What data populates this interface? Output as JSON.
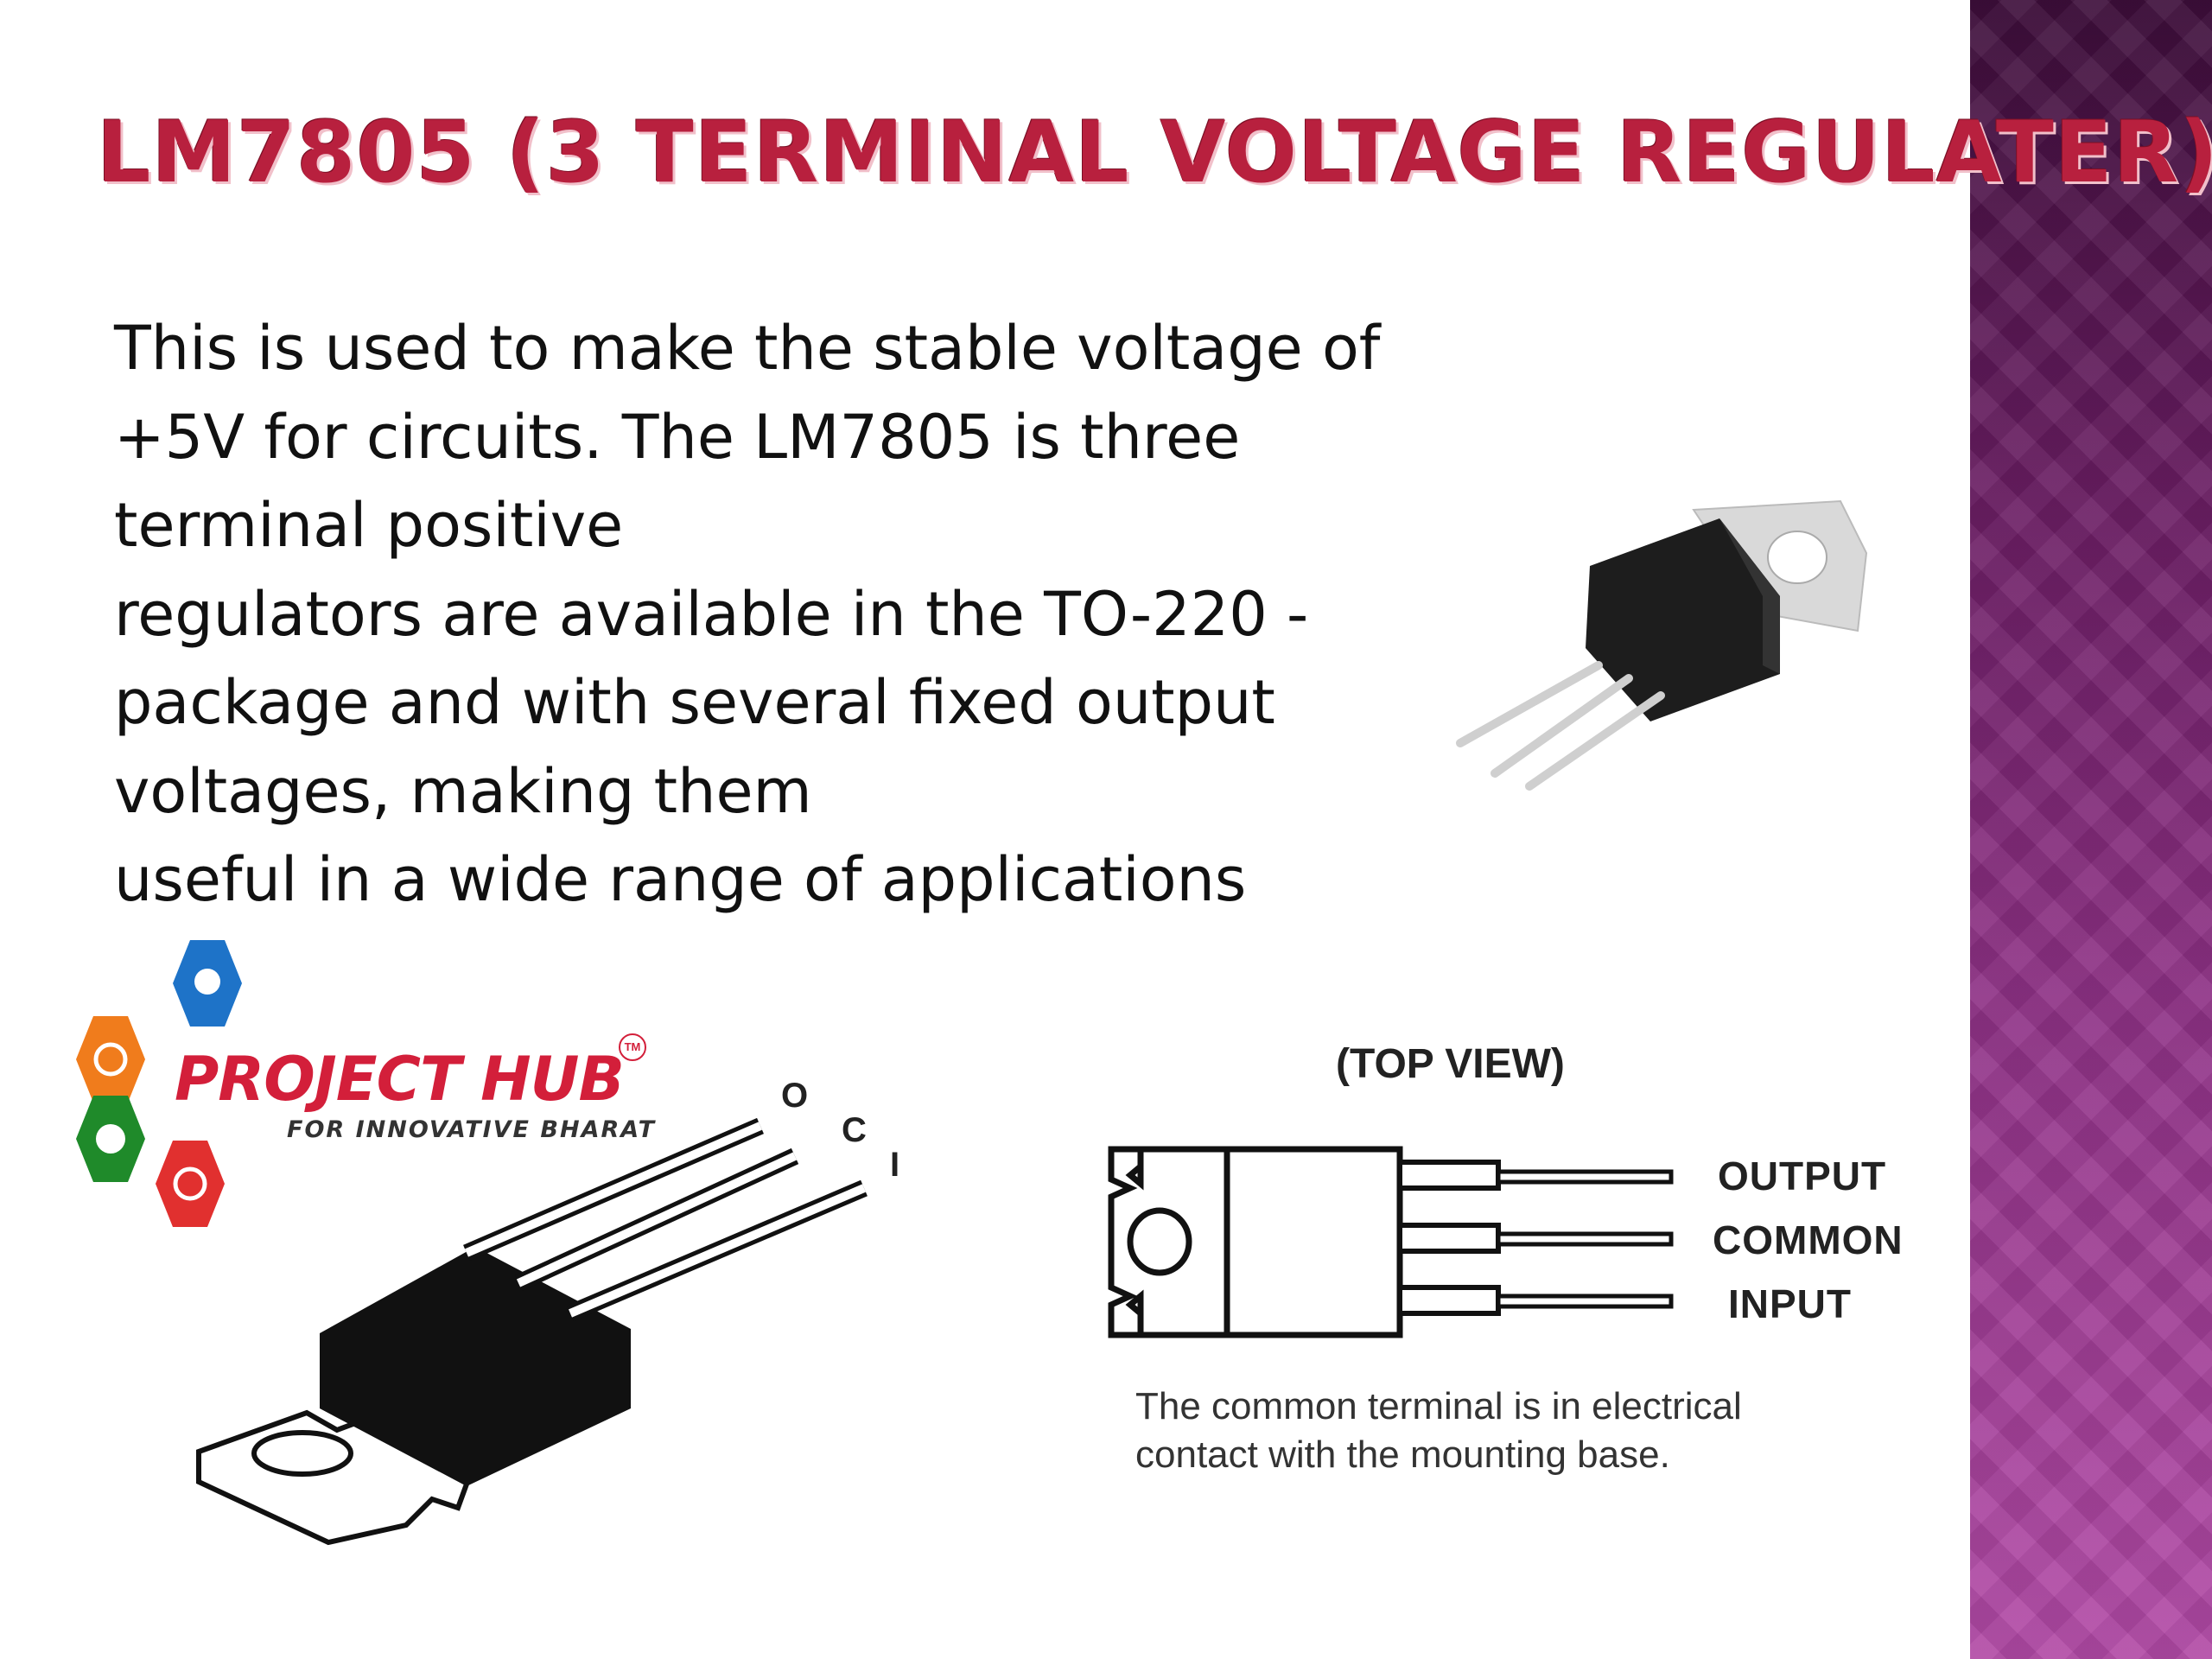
{
  "title": "LM7805 (3 TERMINAL VOLTAGE REGULATER)",
  "body": [
    "This is used to make the stable voltage of",
    "+5V for circuits. The LM7805 is three",
    "terminal positive",
    "regulators are available in the TO-220 -",
    "package and with several fixed output",
    "voltages, making them",
    "useful in a wide range of applications"
  ],
  "logo": {
    "brand": "PROJECT HUB",
    "tagline": "FOR INNOVATIVE BHARAT",
    "trademark": "TM"
  },
  "drawing": {
    "pins": [
      "O",
      "C",
      "I"
    ]
  },
  "topview": {
    "title": "(TOP VIEW)",
    "pins": [
      "OUTPUT",
      "COMMON",
      "INPUT"
    ],
    "note": [
      "The common terminal is in electrical",
      "contact with the mounting base."
    ]
  },
  "colors": {
    "title": "#b8203e",
    "side_band": "#8e3185"
  }
}
